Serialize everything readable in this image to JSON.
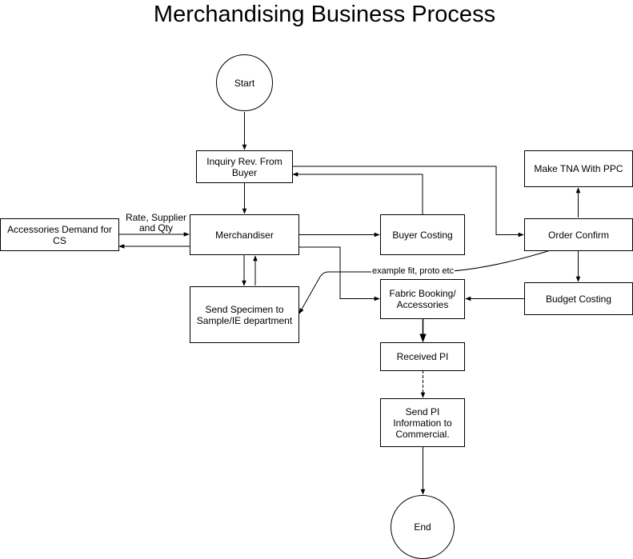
{
  "title": "Merchandising Business Process",
  "nodes": {
    "start": "Start",
    "inquiry": "Inquiry Rev. From Buyer",
    "merchandiser": "Merchandiser",
    "accessories_demand": "Accessories Demand for CS",
    "buyer_costing": "Buyer Costing",
    "send_specimen": "Send Specimen to Sample/IE department",
    "make_tna": "Make TNA With PPC",
    "order_confirm": "Order Confirm",
    "budget_costing": "Budget Costing",
    "fabric_booking": "Fabric Booking/ Accessories",
    "received_pi": "Received PI",
    "send_pi": "Send PI Information to Commercial.",
    "end": "End"
  },
  "edge_labels": {
    "rate_supplier": "Rate, Supplier and Qty",
    "example_fit": "example fit, proto etc"
  }
}
